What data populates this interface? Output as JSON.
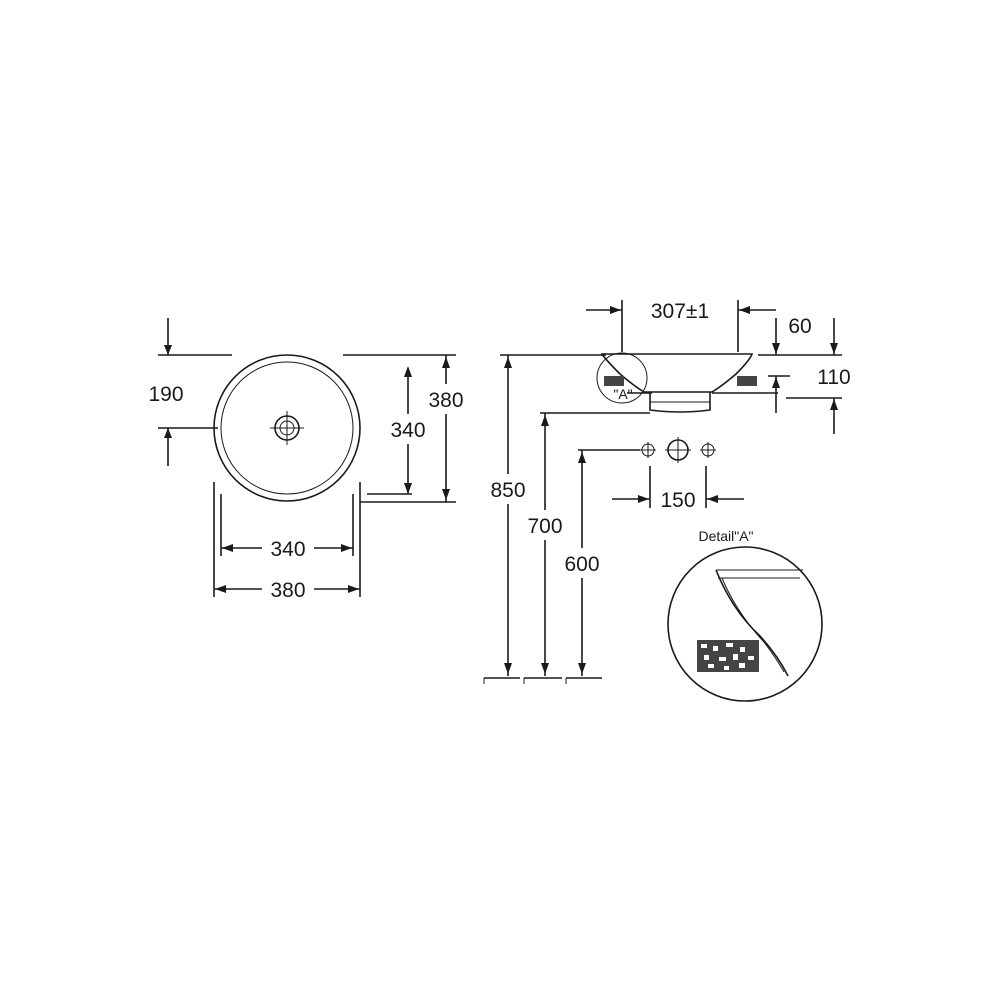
{
  "dimensions": {
    "top_offset": "190",
    "inner_width": "340",
    "outer_width": "380",
    "inner_height": "340",
    "outer_height": "380",
    "cutout_width": "307±1",
    "rim_height": "60",
    "body_height": "110",
    "counter_height": "850",
    "drain_height": "700",
    "tap_height": "600",
    "tap_spacing": "150"
  },
  "labels": {
    "detail_marker": "\"A\"",
    "detail_title": "Detail\"A\""
  }
}
